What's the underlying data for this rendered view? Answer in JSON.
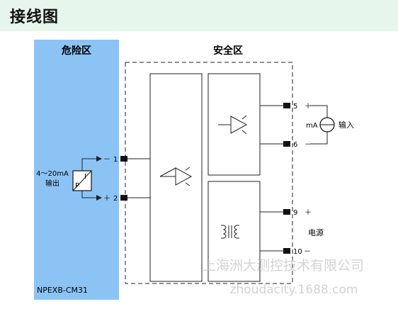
{
  "header": {
    "title": "接线图"
  },
  "zones": {
    "hazardous_label": "危险区",
    "safe_label": "安全区",
    "hazardous_color": "#8cc3f5"
  },
  "field": {
    "signal_line1": "4～20mA",
    "signal_line2": "输出",
    "transmitter_p": "P",
    "transmitter_i": "I"
  },
  "terminals": [
    {
      "id": "t1",
      "num": "1",
      "sign": "－"
    },
    {
      "id": "t2",
      "num": "2",
      "sign": "＋"
    },
    {
      "id": "t5",
      "num": "5",
      "sign": "＋"
    },
    {
      "id": "t6",
      "num": "6",
      "sign": "－"
    },
    {
      "id": "t9",
      "num": "9",
      "sign": "＋"
    },
    {
      "id": "t10",
      "num": "10",
      "sign": "－"
    }
  ],
  "input": {
    "meter": "mA",
    "label": "输入"
  },
  "power": {
    "label": "电源"
  },
  "model": "NPEXB-CM31",
  "watermarks": {
    "line1": "上海洲大测控技术有限公司",
    "line2": "zhoudacity.1688.com"
  }
}
